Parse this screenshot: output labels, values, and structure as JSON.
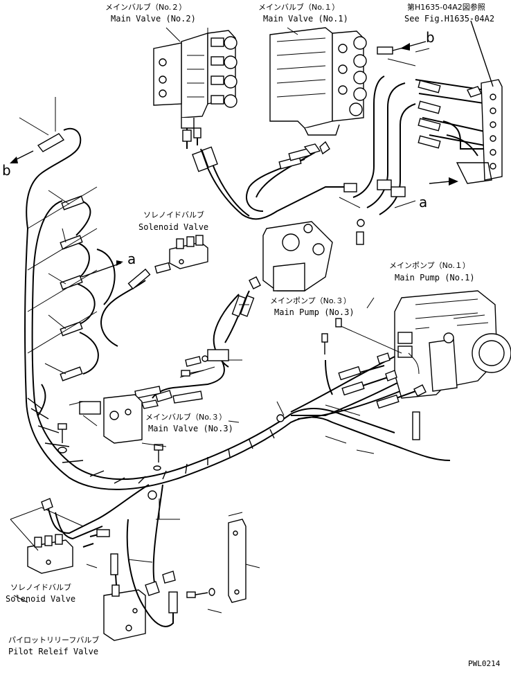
{
  "labels": {
    "main_valve_2": {
      "ja": "メインバルブ（No.２）",
      "en": "Main Valve (No.2)"
    },
    "main_valve_1": {
      "ja": "メインバルブ（No.１）",
      "en": "Main Valve (No.1)"
    },
    "see_fig": {
      "ja": "第H1635-04A2図参照",
      "en": "See Fig.H1635-04A2"
    },
    "solenoid_valve_top": {
      "ja": "ソレノイドバルブ",
      "en": "Solenoid Valve"
    },
    "main_pump_1": {
      "ja": "メインポンプ（No.１）",
      "en": "Main Pump (No.1)"
    },
    "main_pump_3": {
      "ja": "メインポンプ（No.３）",
      "en": "Main Pump (No.3)"
    },
    "main_valve_3": {
      "ja": "メインバルブ（No.３）",
      "en": "Main Valve (No.3)"
    },
    "solenoid_valve_bottom": {
      "ja": "ソレノイドバルブ",
      "en": "Solenoid Valve"
    },
    "pilot_relief": {
      "ja": "パイロットリリーフバルブ",
      "en": "Pilot Releif Valve"
    }
  },
  "markers": {
    "a": "a",
    "b": "b"
  },
  "drawing_code": "PWL0214"
}
